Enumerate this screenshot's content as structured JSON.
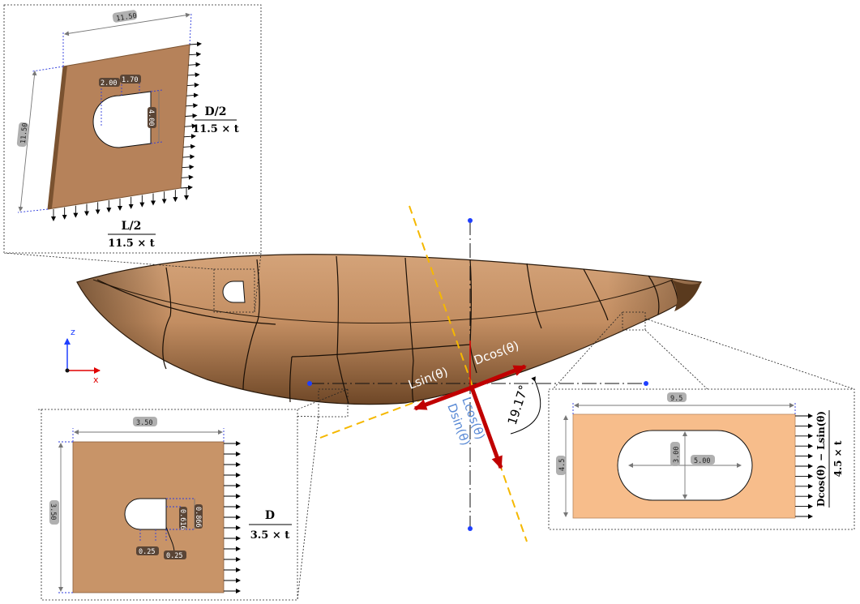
{
  "axes": {
    "z_label": "z",
    "x_label": "x"
  },
  "angle": {
    "label": "19.17°"
  },
  "forces": {
    "lsin": "Lsin(θ)",
    "dcos": "Dcos(θ)",
    "lcos": "Lcos(θ)",
    "dsin": "Dsin(θ)"
  },
  "inset_top": {
    "dim_width": "11.50",
    "dim_height": "11.50",
    "dim_a": "2.00",
    "dim_b": "1.70",
    "dim_c": "4.00",
    "load_right_num": "D/2",
    "load_right_den": "11.5 × t",
    "load_bottom_num": "L/2",
    "load_bottom_den": "11.5 × t"
  },
  "inset_bl": {
    "dim_width": "3.50",
    "dim_height": "3.50",
    "dim_a": "0.25",
    "dim_b": "0.25",
    "dim_c": "0.616",
    "dim_d": "0.866",
    "load_num": "D",
    "load_den": "3.5 × t"
  },
  "inset_br": {
    "dim_width": "9.5",
    "dim_height": "4.5",
    "dim_slot_h": "3.00",
    "dim_slot_w": "5.00",
    "load_num": "Dcos(θ) − Lsin(θ)",
    "load_den": "4.5 × t"
  },
  "colors": {
    "wing_base": "#c38e62",
    "wing_dark": "#7a5230",
    "inset_tan": "#c89468",
    "inset_peach": "#f7bd8b",
    "arrow_red": "#c00000",
    "dash_orange": "#f5b800",
    "axis_blue": "#1f3fff",
    "axis_red": "#e00000",
    "text_blue": "#5b8bd6"
  }
}
